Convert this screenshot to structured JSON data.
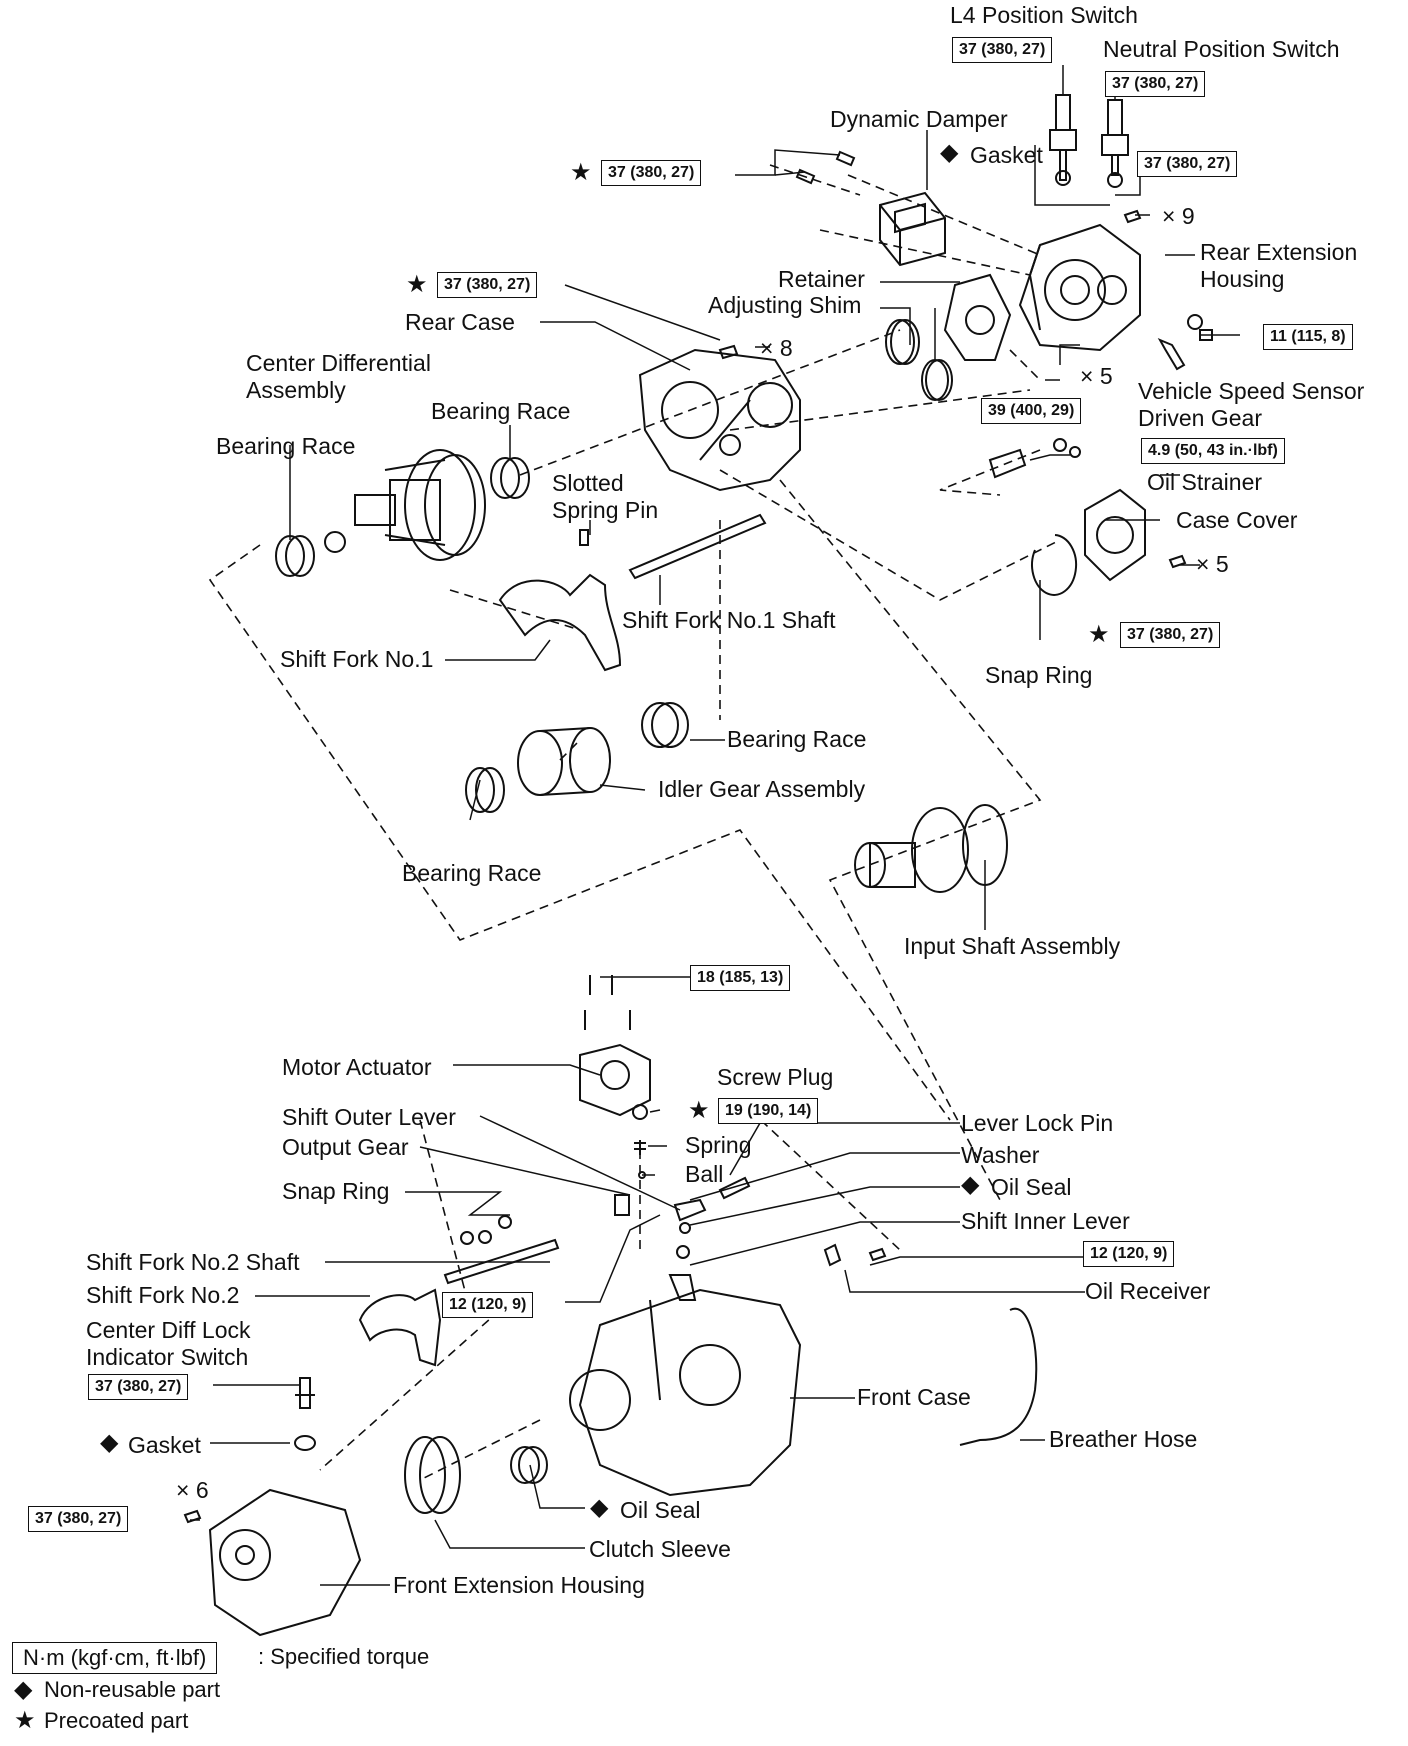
{
  "labels": {
    "l4_switch": "L4 Position Switch",
    "neutral_switch": "Neutral Position Switch",
    "dynamic_damper": "Dynamic Damper",
    "gasket_top": "Gasket",
    "x9": "× 9",
    "rear_ext_housing": "Rear Extension\nHousing",
    "retainer": "Retainer",
    "adj_shim": "Adjusting Shim",
    "rear_case": "Rear Case",
    "x8": "× 8",
    "center_diff": "Center Differential\nAssembly",
    "bearing_race_1": "Bearing Race",
    "bearing_race_2": "Bearing Race",
    "slotted_pin": "Slotted\nSpring Pin",
    "x5_a": "× 5",
    "vss_gear": "Vehicle Speed Sensor\nDriven Gear",
    "oil_strainer": "Oil Strainer",
    "case_cover": "Case Cover",
    "x5_b": "× 5",
    "shift_fork1_shaft": "Shift Fork No.1 Shaft",
    "shift_fork1": "Shift Fork No.1",
    "snap_ring_1": "Snap Ring",
    "bearing_race_3": "Bearing Race",
    "idler_gear": "Idler Gear Assembly",
    "bearing_race_4": "Bearing Race",
    "input_shaft": "Input Shaft Assembly",
    "motor_actuator": "Motor Actuator",
    "screw_plug": "Screw Plug",
    "shift_outer_lever": "Shift Outer Lever",
    "output_gear": "Output Gear",
    "spring": "Spring",
    "ball": "Ball",
    "lever_lock_pin": "Lever Lock Pin",
    "washer": "Washer",
    "oil_seal_1": "Oil Seal",
    "snap_ring_2": "Snap Ring",
    "shift_inner_lever": "Shift Inner Lever",
    "shift_fork2_shaft": "Shift Fork No.2 Shaft",
    "shift_fork2": "Shift Fork No.2",
    "oil_receiver": "Oil Receiver",
    "cdl_switch": "Center Diff Lock\nIndicator Switch",
    "front_case": "Front Case",
    "gasket_bottom": "Gasket",
    "breather_hose": "Breather Hose",
    "x6": "× 6",
    "oil_seal_2": "Oil Seal",
    "clutch_sleeve": "Clutch Sleeve",
    "front_ext_housing": "Front Extension Housing"
  },
  "torques": {
    "l4": "37 (380, 27)",
    "neutral": "37 (380, 27)",
    "damper": "37 (380, 27)",
    "rear_ext": "37 (380, 27)",
    "rear_case": "37 (380, 27)",
    "vss": "11 (115, 8)",
    "retainer": "39 (400, 29)",
    "strainer": "4.9 (50, 43 in.·lbf)",
    "case_cover": "37 (380, 27)",
    "actuator": "18 (185, 13)",
    "screw_plug": "19 (190, 14)",
    "oil_receiver": "12 (120, 9)",
    "lever": "12 (120, 9)",
    "cdl_switch": "37 (380, 27)",
    "front_ext": "37 (380, 27)"
  },
  "symbols": {
    "star": "★",
    "diamond": "◆"
  },
  "legend": {
    "torque_box": "N·m (kgf·cm, ft·lbf)",
    "torque_text": ": Specified torque",
    "non_reusable": "Non-reusable part",
    "precoated": "Precoated part"
  },
  "colors": {
    "ink": "#111111",
    "paper": "#ffffff"
  }
}
